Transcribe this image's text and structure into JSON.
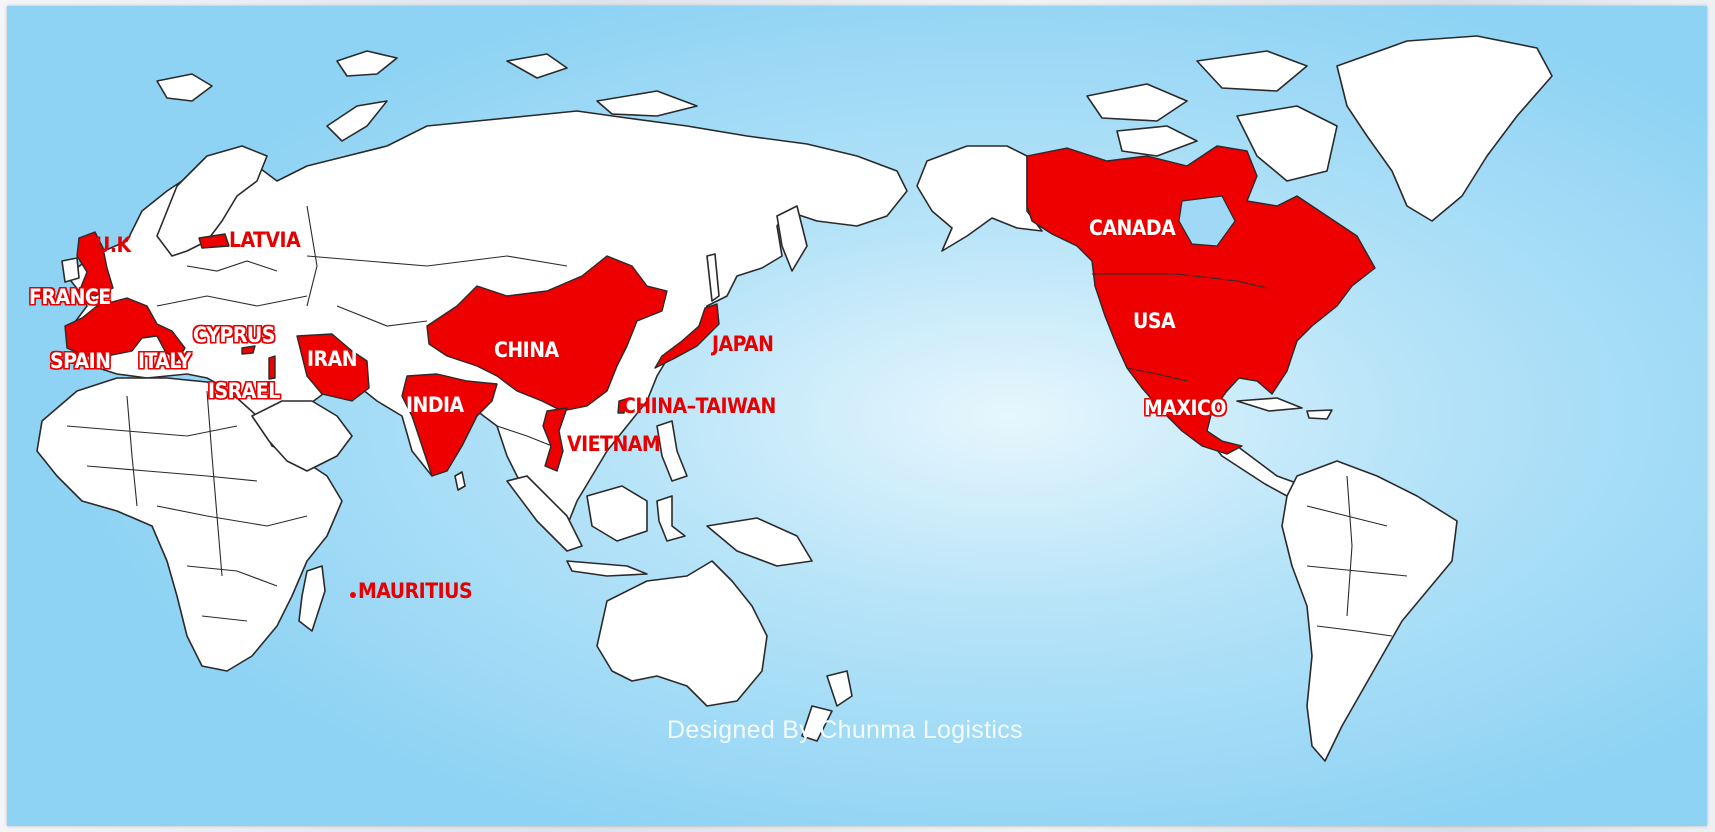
{
  "map": {
    "colors": {
      "ocean": "#8fd3f4",
      "ocean_center": "#e6f6fd",
      "land": "#ffffff",
      "highlight": "#ee0000",
      "border": "#2a2a2a"
    },
    "countries": {
      "uk": "U.K",
      "latvia": "LATVIA",
      "france": "FRANCE",
      "cyprus": "CYPRUS",
      "spain": "SPAIN",
      "italy": "ITALY",
      "iran": "IRAN",
      "israel": "ISRAEL",
      "china": "CHINA",
      "japan": "JAPAN",
      "india": "INDIA",
      "china_taiwan": "CHINA–TAIWAN",
      "vietnam": "VIETNAM",
      "mauritius": "MAURITIUS",
      "canada": "CANADA",
      "usa": "USA",
      "maxico": "MAXICO"
    },
    "credit": "Designed By Chunma Logistics"
  }
}
